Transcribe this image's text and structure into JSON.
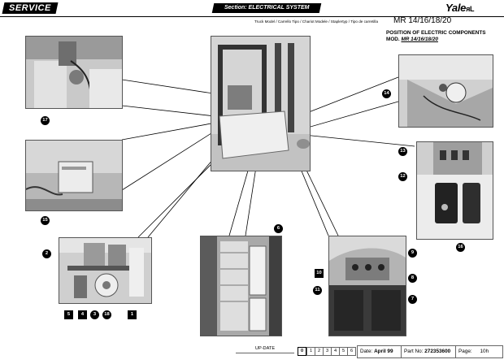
{
  "header": {
    "service_label": "SERVICE",
    "section_label": "Section: ELECTRICAL SYSTEM",
    "logo_text": "Yale",
    "logo_suffix": "ᴙL",
    "truck_models": "Truck Model / Carrello Tipo / Chariot Modele / Staplertyp / Tipo de carretilla",
    "model_range": "MR 14/16/18/20",
    "title": "POSITION OF ELECTRIC COMPONENTS",
    "mod_label": "MOD.",
    "mod_value": "MR 14/16/18/20"
  },
  "callouts": [
    "17",
    "15",
    "2",
    "5",
    "4",
    "3",
    "18",
    "1",
    "6",
    "14",
    "13",
    "12",
    "16",
    "9",
    "10",
    "8",
    "11",
    "7"
  ],
  "footer": {
    "update_label": "UP-DATE",
    "update_pages": [
      "0",
      "1",
      "2",
      "3",
      "4",
      "5",
      "6"
    ],
    "active_page": "0",
    "date_label": "Date:",
    "date_value": "April 99",
    "part_label": "Part No:",
    "part_value": "272353600",
    "page_label": "Page:",
    "page_value": "10h"
  }
}
